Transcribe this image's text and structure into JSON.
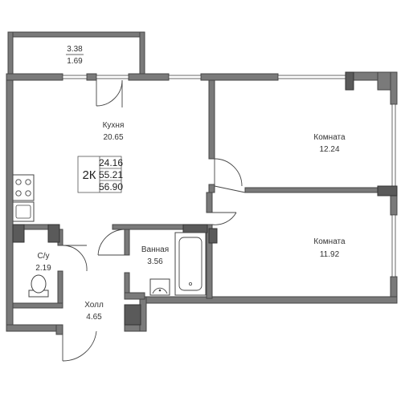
{
  "plan": {
    "rooms": {
      "balcony": {
        "label": "",
        "area_1": "3.38",
        "area_2": "1.69"
      },
      "kitchen": {
        "label": "Кухня",
        "area": "20.65"
      },
      "room_1": {
        "label": "Комната",
        "area": "12.24"
      },
      "room_2": {
        "label": "Комната",
        "area": "11.92"
      },
      "bathroom": {
        "label": "Ванная",
        "area": "3.56"
      },
      "toilet": {
        "label": "С/у",
        "area": "2.19"
      },
      "hall": {
        "label": "Холл",
        "area": "4.65"
      }
    },
    "summary": {
      "rooms": "2К",
      "living_area": "24.16",
      "kitchen_total": "55.21",
      "total_area": "56.90"
    },
    "colors": {
      "wall": "#7a7a7a",
      "wall_dark": "#5a5a5a",
      "line": "#555555",
      "background": "#ffffff"
    }
  }
}
